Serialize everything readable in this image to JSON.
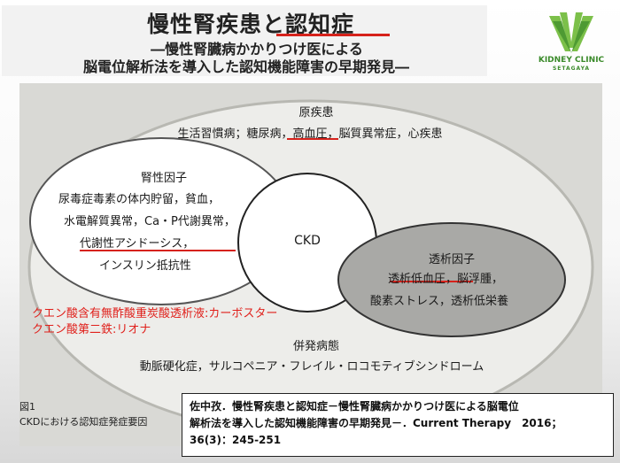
{
  "title": {
    "main": "慢性腎疾患と認知症",
    "subtitle_line1": "―慢性腎臓病かかりつけ医による",
    "subtitle_line2": "脳電位解析法を導入した認知機能障害の早期発見―"
  },
  "logo": {
    "name": "KIDNEY CLINIC",
    "location": "SETAGAYA",
    "color": "#3a8a2a"
  },
  "diagram": {
    "outer": {
      "heading": "原疾患",
      "line": "生活習慣病；糖尿病，高血圧，脳質異常症，心疾患"
    },
    "renal": {
      "heading": "腎性因子",
      "lines": [
        "尿毒症毒素の体内貯留，貧血，",
        "水電解質異常，Ca・P代謝異常，",
        "代謝性アシドーシス，",
        "インスリン抵抗性"
      ]
    },
    "center": "CKD",
    "dialysis": {
      "heading": "透析因子",
      "line1": "透析低血圧，脳浮腫，",
      "line2": "酸素ストレス，透析低栄養"
    },
    "complications": {
      "heading": "併発病態",
      "line": "動脈硬化症，サルコペニア・フレイル・ロコモティブシンドローム"
    }
  },
  "notes": {
    "line1": "クエン酸含有無酢酸重炭酸透析液:カーボスター",
    "line2": "クエン酸第二鉄:リオナ",
    "color": "#e0201b"
  },
  "figure_caption": {
    "number": "図1",
    "text": "CKDにおける認知症発症要因"
  },
  "citation": {
    "line1": "佐中孜．慢性腎疾患と認知症－慢性腎臓病かかりつけ医による脳電位",
    "line2": "解析法を導入した認知機能障害の早期発見－．Current Therapy　2016；",
    "line3": "36(3)：245-251"
  },
  "accent_color": "#d6221b"
}
